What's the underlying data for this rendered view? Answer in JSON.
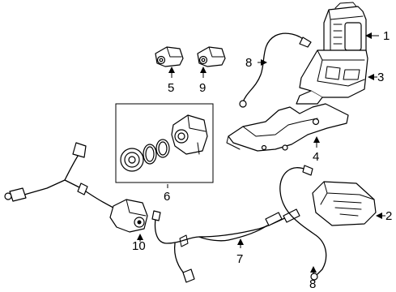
{
  "diagram": {
    "callouts": [
      {
        "id": "1",
        "label": "1"
      },
      {
        "id": "2",
        "label": "2"
      },
      {
        "id": "3",
        "label": "3"
      },
      {
        "id": "4",
        "label": "4"
      },
      {
        "id": "5",
        "label": "5"
      },
      {
        "id": "6",
        "label": "6"
      },
      {
        "id": "7",
        "label": "7"
      },
      {
        "id": "8a",
        "label": "8"
      },
      {
        "id": "8b",
        "label": "8"
      },
      {
        "id": "9",
        "label": "9"
      },
      {
        "id": "10",
        "label": "10"
      }
    ]
  }
}
